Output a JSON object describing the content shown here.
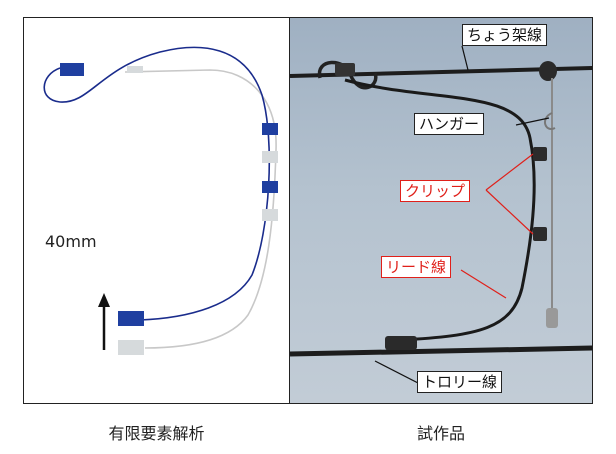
{
  "captions": {
    "left": "有限要素解析",
    "right": "試作品"
  },
  "left_panel": {
    "measure_label": "40mm"
  },
  "right_panel": {
    "callouts": {
      "messenger_wire": "ちょう架線",
      "hanger": "ハンガー",
      "clip": "クリップ",
      "lead_wire": "リード線",
      "trolley_wire": "トロリー線"
    }
  },
  "colors": {
    "deformed_wire": "#1a2c8c",
    "deformed_clip": "#1f3fa0",
    "initial_wire": "#c8c8c8",
    "initial_clip": "#d6dadc",
    "callout_red": "#e0201a",
    "arrow": "#111111"
  }
}
